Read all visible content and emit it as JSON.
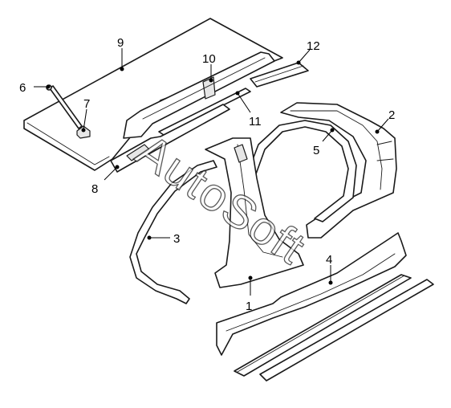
{
  "watermark": "AutoSoft",
  "callouts": [
    "1",
    "2",
    "3",
    "4",
    "5",
    "6",
    "7",
    "8",
    "9",
    "10",
    "11",
    "12"
  ],
  "colors": {
    "line": "#1a1a1a",
    "shade": "#e6e6e6",
    "background": "#ffffff"
  }
}
